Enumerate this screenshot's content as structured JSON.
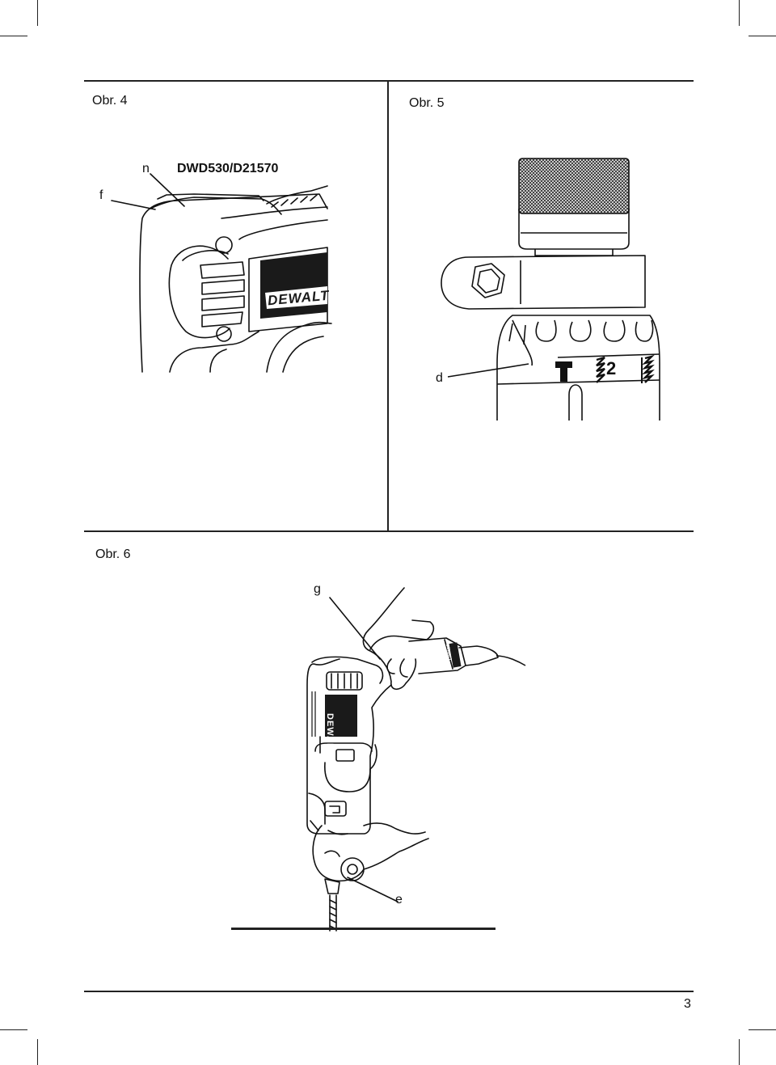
{
  "figures": {
    "fig4": {
      "label": "Obr. 4",
      "model": "DWD530/D21570",
      "callouts": {
        "n": "n",
        "f": "f"
      },
      "brand": "DEWALT"
    },
    "fig5": {
      "label": "Obr. 5",
      "callouts": {
        "d": "d"
      },
      "mode_number": "2"
    },
    "fig6": {
      "label": "Obr. 6",
      "callouts": {
        "g": "g",
        "e": "e"
      },
      "brand": "DEWALT",
      "cable_tag": "DEWALT"
    }
  },
  "page_number": "3"
}
